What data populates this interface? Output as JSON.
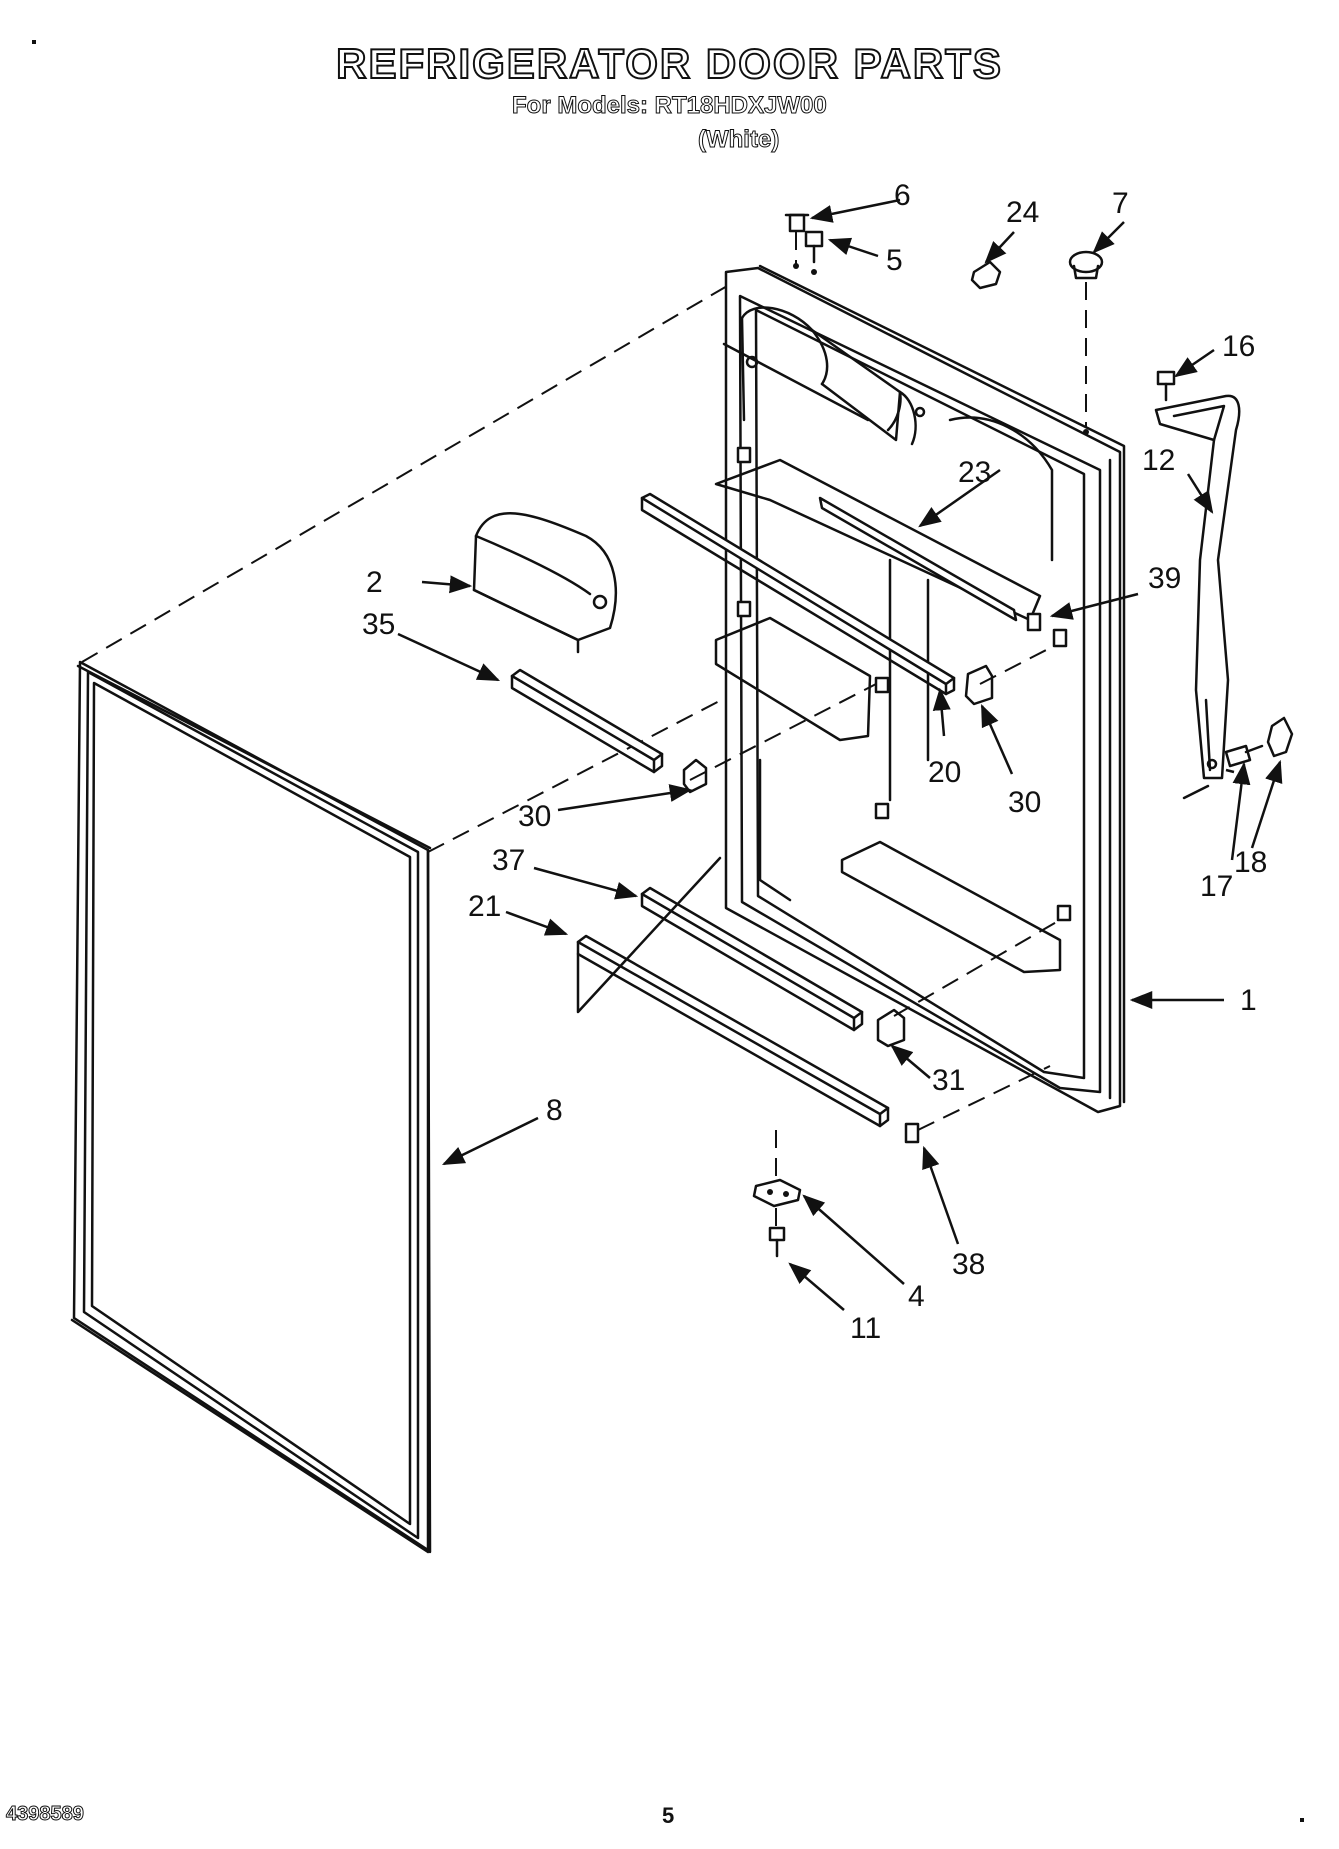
{
  "header": {
    "title": "REFRIGERATOR DOOR PARTS",
    "subtitle": "For Models: RT18HDXJW00",
    "variant": "(White)"
  },
  "footer": {
    "document_number": "4398589",
    "page_number": "5"
  },
  "callouts": {
    "c1": "1",
    "c2": "2",
    "c4": "4",
    "c5": "5",
    "c6": "6",
    "c7": "7",
    "c8": "8",
    "c11": "11",
    "c12": "12",
    "c16": "16",
    "c17": "17",
    "c18": "18",
    "c20": "20",
    "c21": "21",
    "c23": "23",
    "c24": "24",
    "c30a": "30",
    "c30b": "30",
    "c31": "31",
    "c35": "35",
    "c37": "37",
    "c38": "38",
    "c39": "39"
  }
}
